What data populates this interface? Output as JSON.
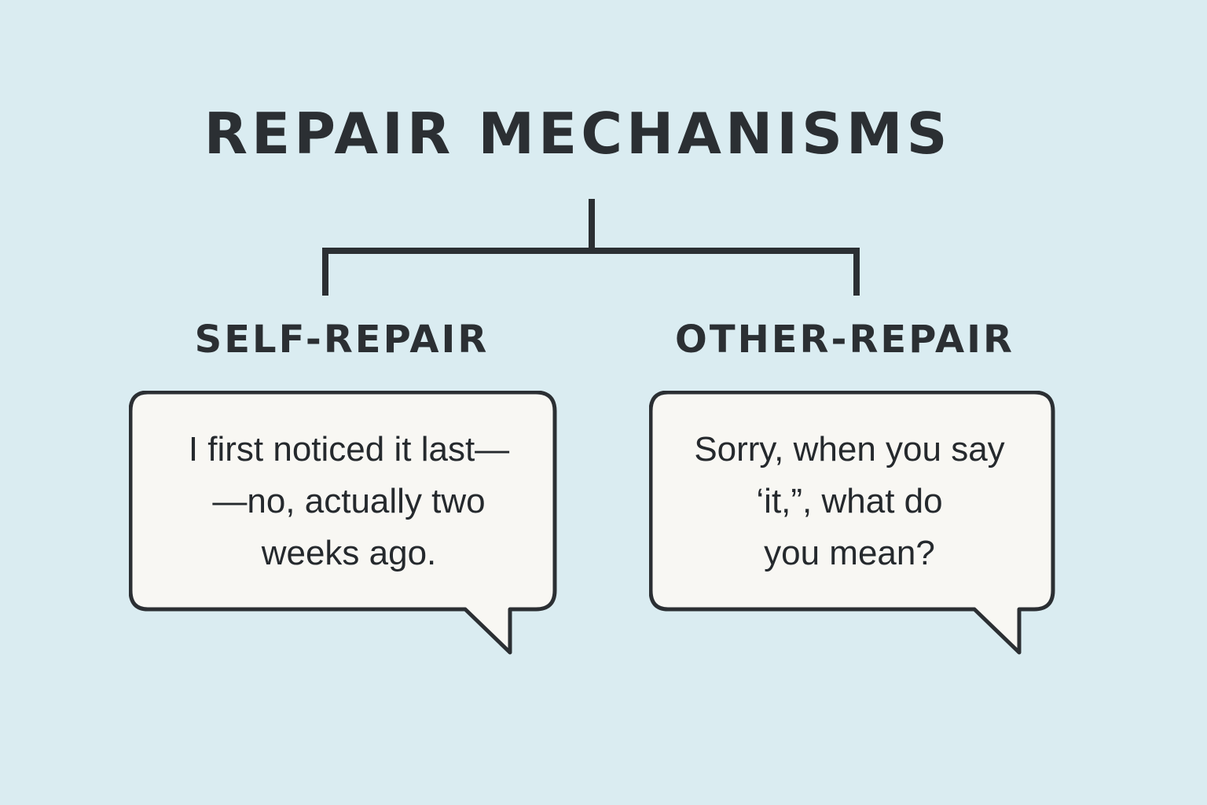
{
  "title": "REPAIR MECHANISMS",
  "branches": [
    {
      "label": "SELF-REPAIR",
      "bubble_lines": [
        "I first noticed it last—",
        "—no, actually two",
        "weeks ago."
      ]
    },
    {
      "label": "OTHER-REPAIR",
      "bubble_lines": [
        "Sorry, when you say",
        "‘it,”, what do",
        "you mean?"
      ]
    }
  ],
  "colors": {
    "background": "#daecf1",
    "line": "#2b2f33",
    "bubble_fill": "#f8f7f3"
  }
}
